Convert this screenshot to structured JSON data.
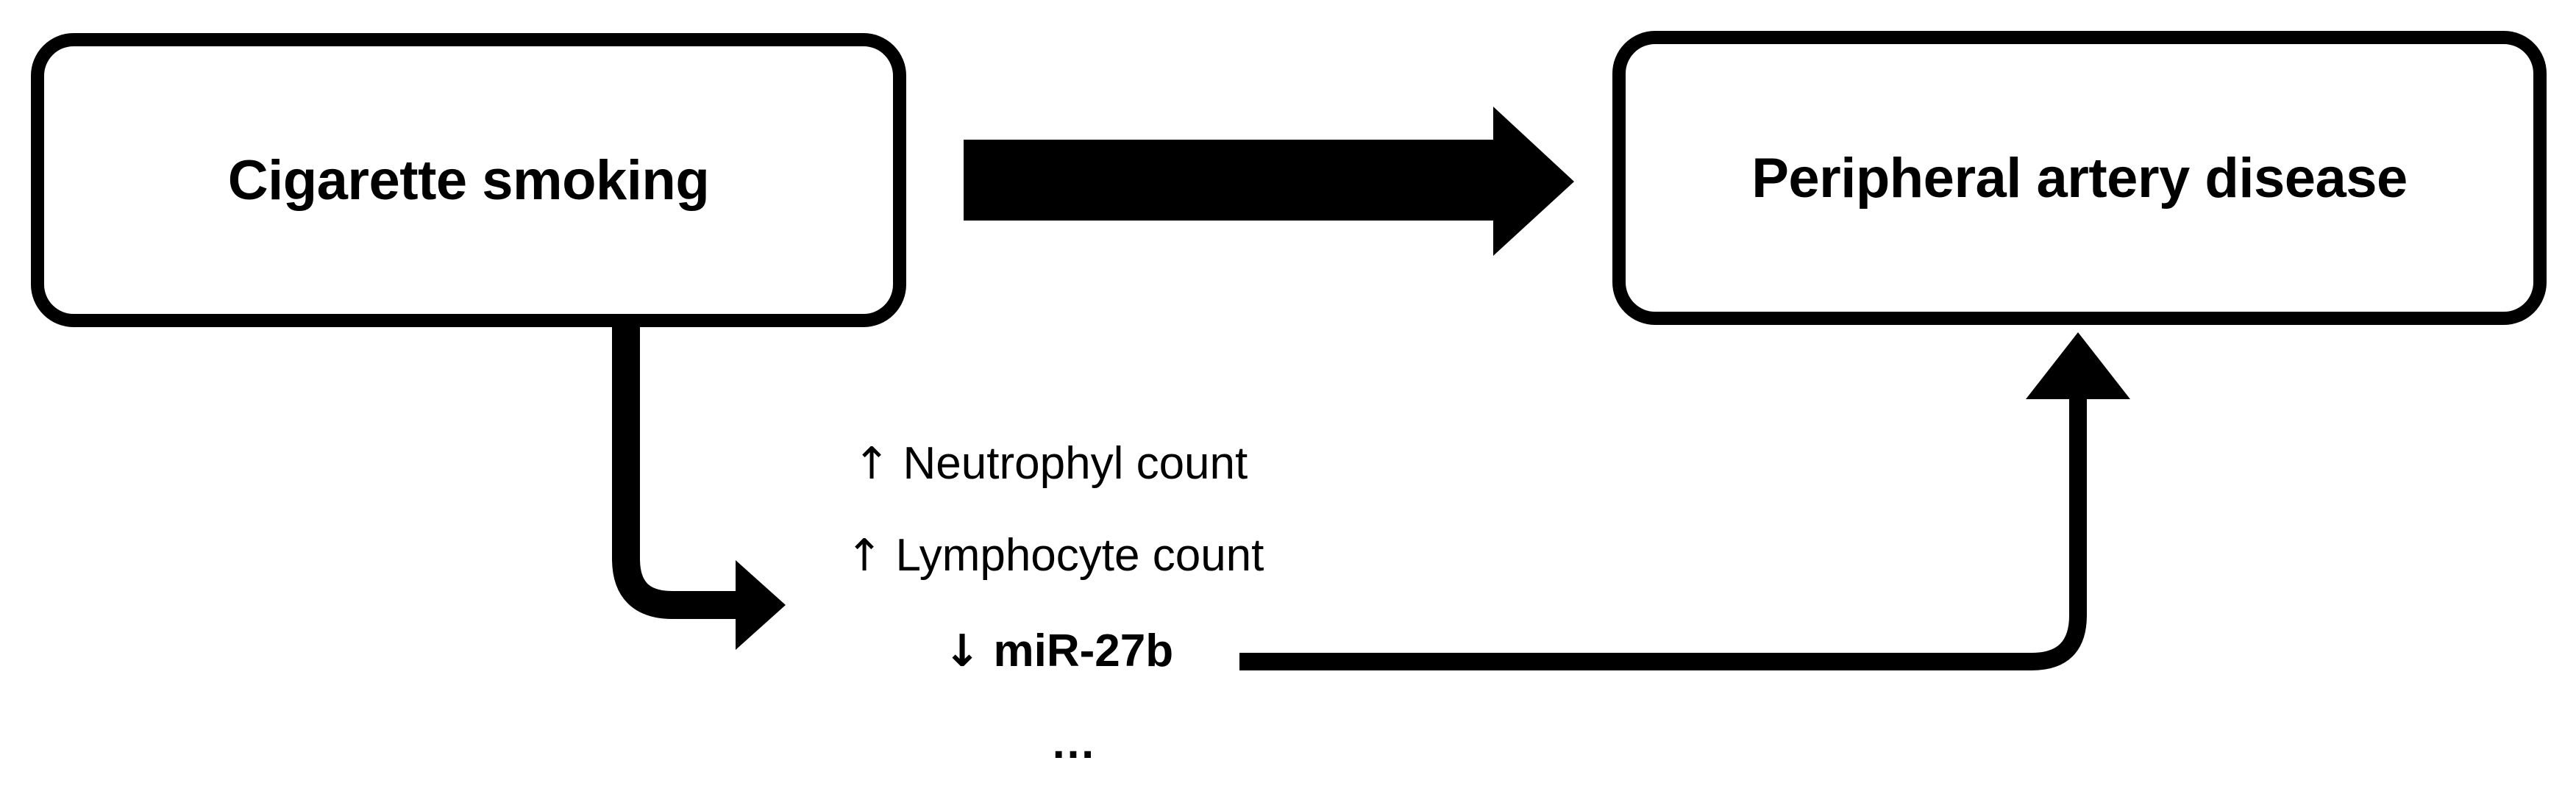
{
  "diagram": {
    "title_nodes": {
      "exposure": "Cigarette smoking",
      "outcome": "Peripheral artery disease"
    },
    "mediators": [
      {
        "direction": "↑",
        "label": "Neutrophyl count",
        "bold": false
      },
      {
        "direction": "↑",
        "label": "Lymphocyte count",
        "bold": false
      },
      {
        "direction": "↓",
        "label": "miR-27b",
        "bold": true
      },
      {
        "direction": "",
        "label": "…",
        "bold": true
      }
    ],
    "arrows": {
      "main": "block-arrow-right",
      "to-mediators": "elbow-arrow-down-right",
      "from-mediators": "elbow-arrow-right-up"
    },
    "colors": {
      "stroke": "#000000",
      "background": "#ffffff",
      "text": "#000000"
    }
  }
}
